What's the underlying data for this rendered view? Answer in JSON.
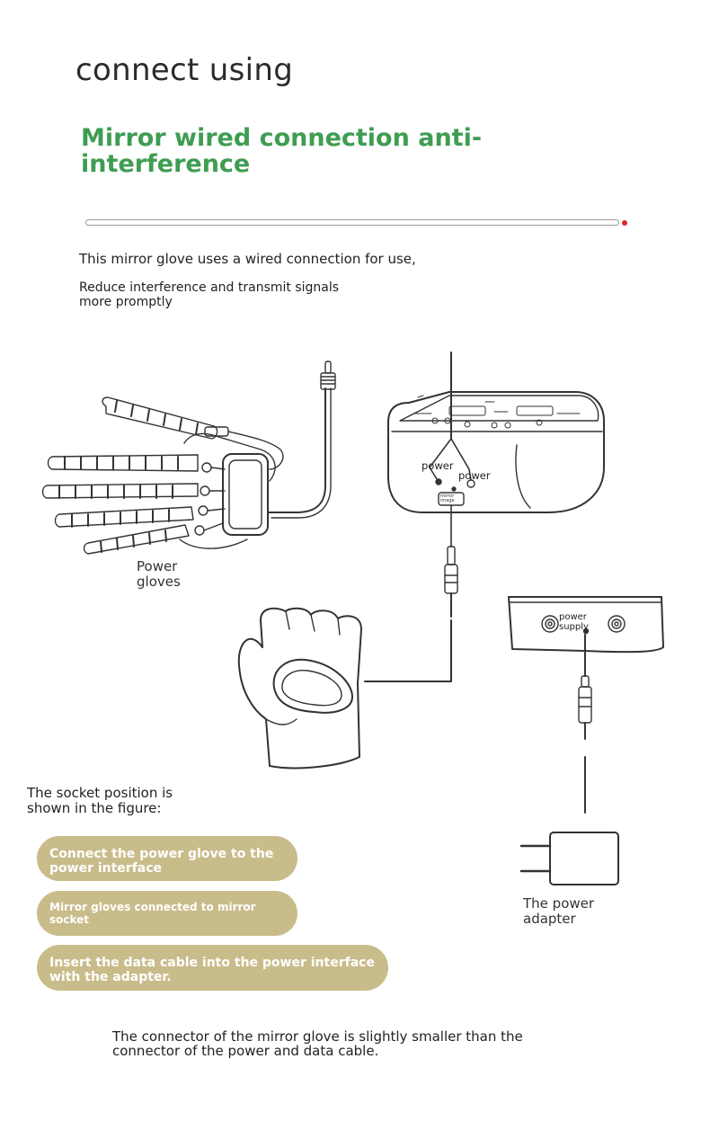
{
  "page": {
    "heading": "connect using",
    "subheading": "Mirror wired connection anti-interference",
    "intro_line1": "This mirror glove uses a wired connection for use,",
    "intro_line2": "Reduce interference and transmit signals more promptly"
  },
  "diagram": {
    "power_gloves_label": "Power gloves",
    "port_power_left": "power",
    "port_power_right": "power",
    "port_mirror_image": "mirror image",
    "power_supply_label": "power supply",
    "adapter_label": "The power adapter"
  },
  "instructions": {
    "socket_position": "The socket position is shown in the figure:",
    "steps": [
      "Connect the power glove to the power interface",
      "Mirror gloves connected to mirror socket",
      "Insert the data cable into the power interface with the adapter."
    ]
  },
  "note": "The connector of the mirror glove is slightly smaller than the connector of the power and data cable.",
  "colors": {
    "subheading": "#3f9d52",
    "pill_background": "#c9bc8b",
    "divider_dot": "#d9262c"
  }
}
